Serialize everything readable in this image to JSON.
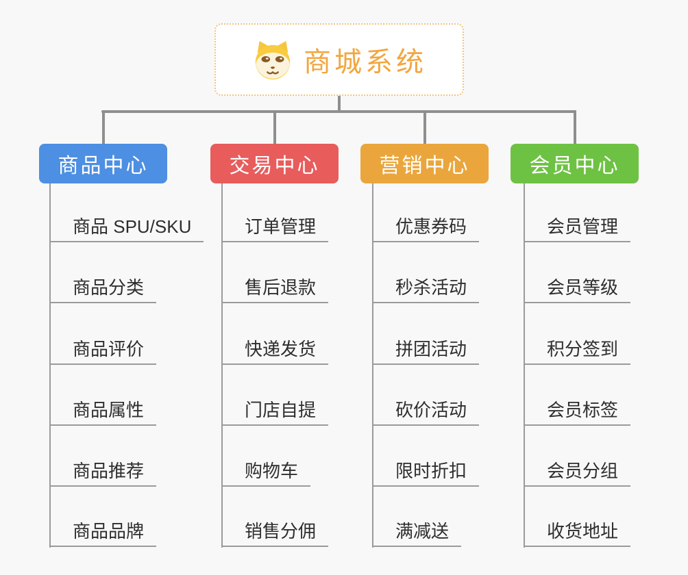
{
  "page": {
    "background_color": "#F8F8F8",
    "connector_color": "#8E8E8E",
    "leaf_line_color": "#9A9A9A"
  },
  "root": {
    "title": "商城系统",
    "icon": "doge-icon",
    "text_color": "#F2A63E",
    "border_color": "#F2C27A"
  },
  "branches": [
    {
      "label": "商品中心",
      "color": "#4D8FE2",
      "items": [
        "商品 SPU/SKU",
        "商品分类",
        "商品评价",
        "商品属性",
        "商品推荐",
        "商品品牌"
      ]
    },
    {
      "label": "交易中心",
      "color": "#E85C5C",
      "items": [
        "订单管理",
        "售后退款",
        "快递发货",
        "门店自提",
        "购物车",
        "销售分佣"
      ]
    },
    {
      "label": "营销中心",
      "color": "#EAA63C",
      "items": [
        "优惠券码",
        "秒杀活动",
        "拼团活动",
        "砍价活动",
        "限时折扣",
        "满减送"
      ]
    },
    {
      "label": "会员中心",
      "color": "#6EC243",
      "items": [
        "会员管理",
        "会员等级",
        "积分签到",
        "会员标签",
        "会员分组",
        "收货地址"
      ]
    }
  ]
}
